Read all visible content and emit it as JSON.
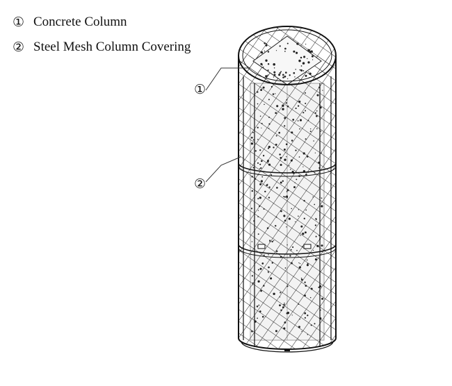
{
  "legend": [
    {
      "num": "①",
      "label": "Concrete Column"
    },
    {
      "num": "②",
      "label": "Steel Mesh Column Covering"
    }
  ],
  "callouts": [
    {
      "num": "①",
      "target": "concrete-column"
    },
    {
      "num": "②",
      "target": "steel-mesh-covering"
    }
  ]
}
